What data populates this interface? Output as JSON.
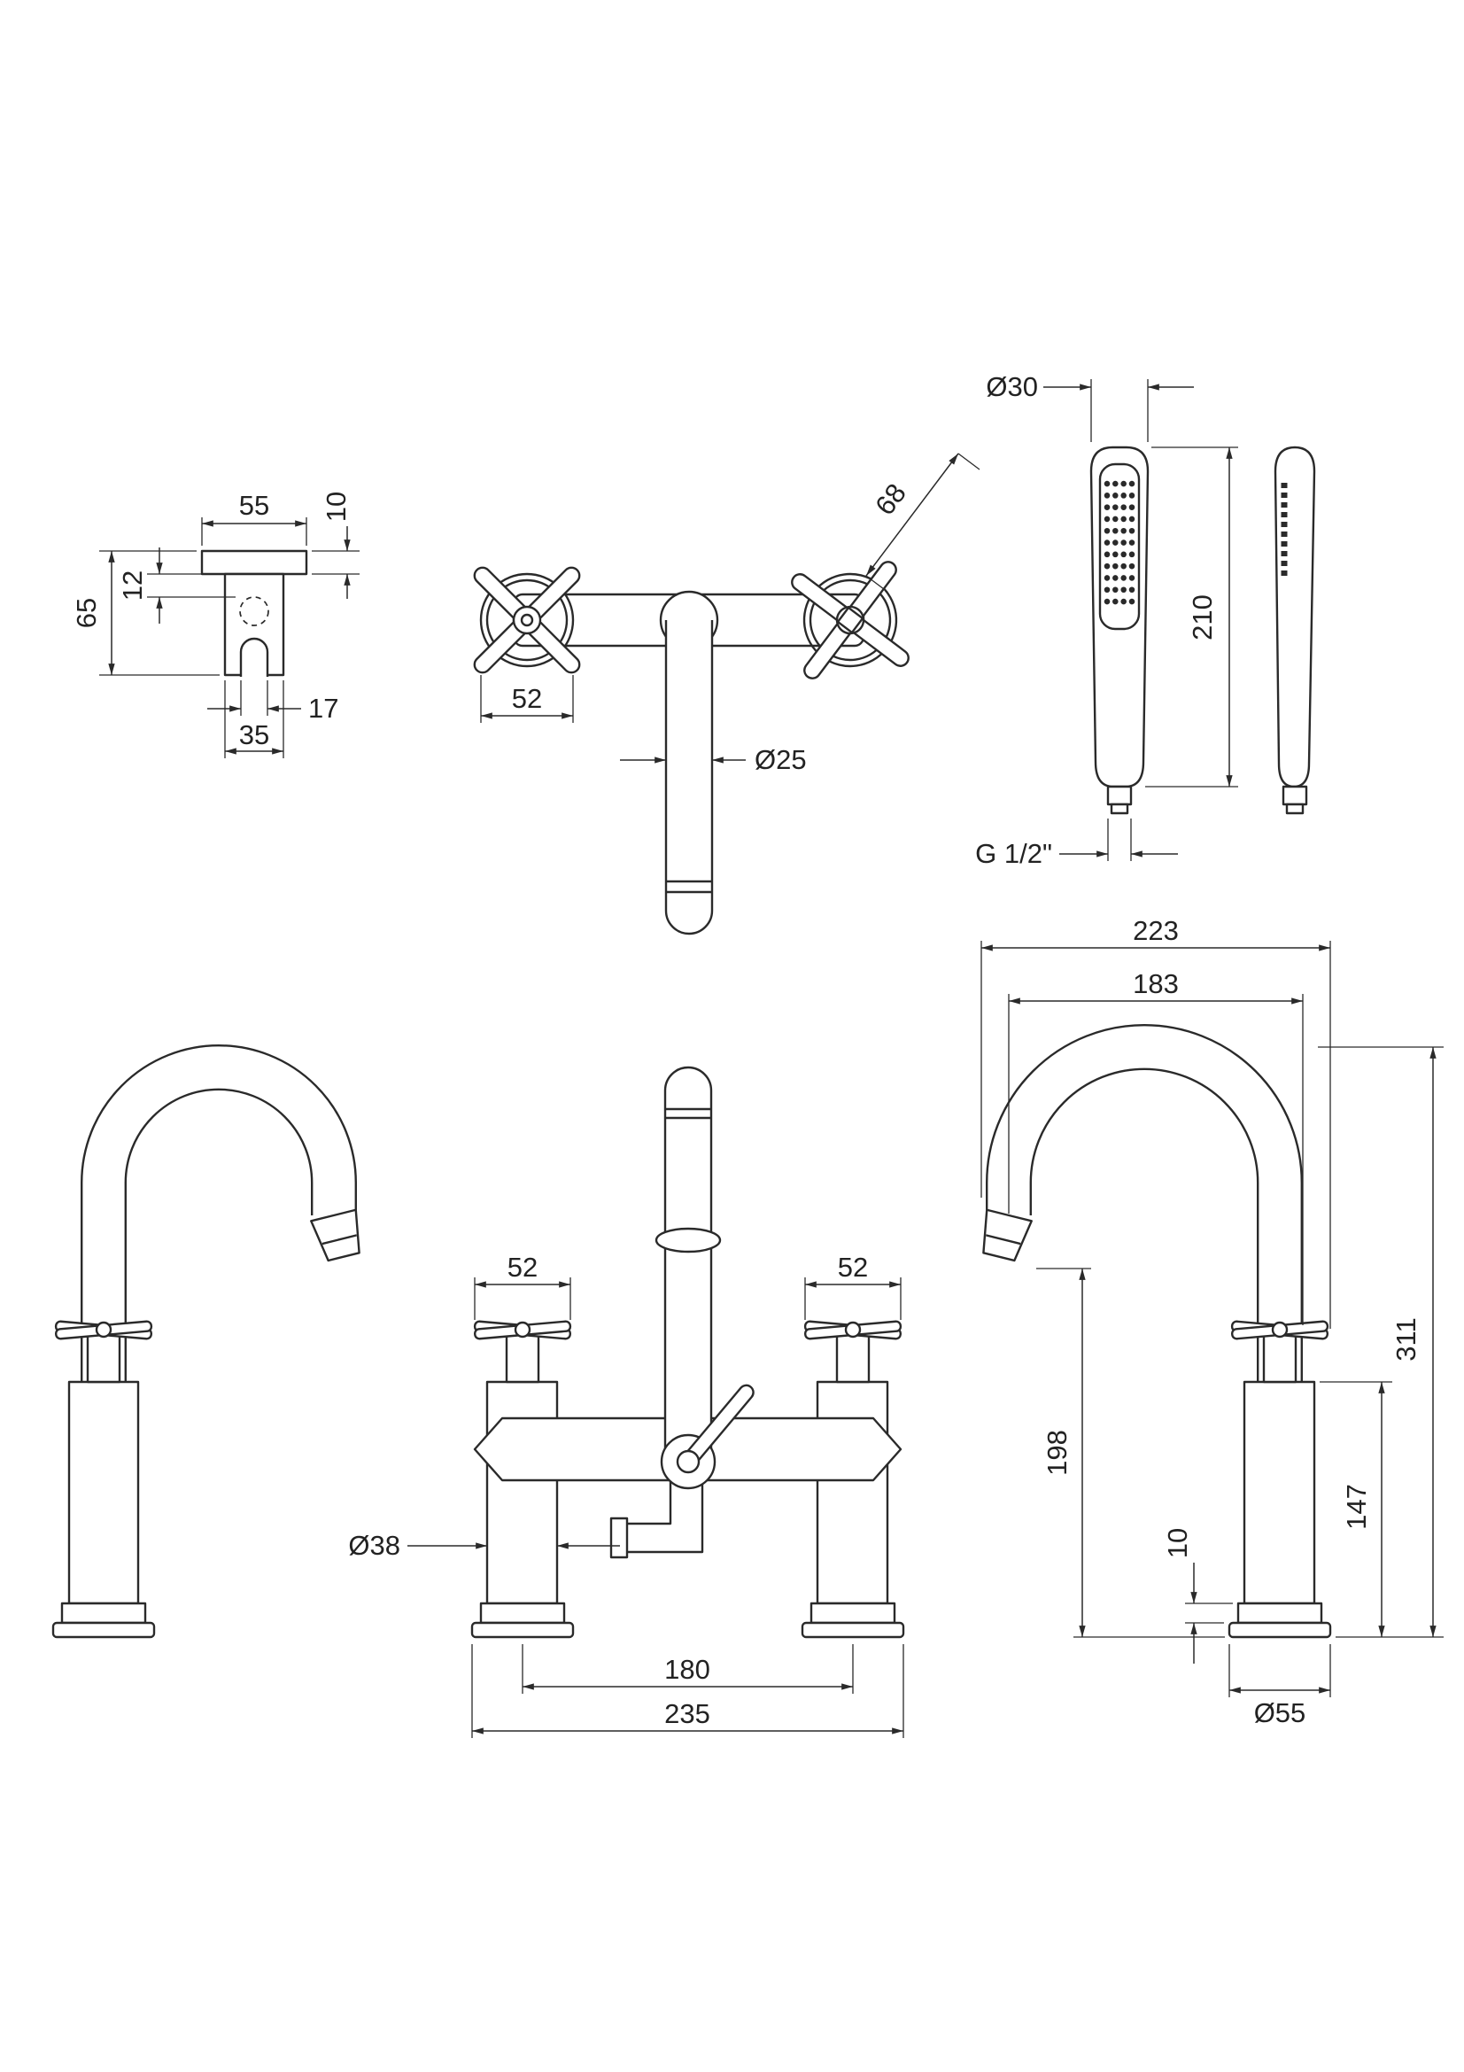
{
  "drawing": {
    "background": "#ffffff",
    "line_color": "#2a2a2a",
    "views": {
      "wall_bracket": {
        "width": "55",
        "plate_offset": "12",
        "height": "65",
        "plate_thickness": "10",
        "hook_inner_width": "17",
        "body_width": "35"
      },
      "plan": {
        "handle_diagonal": "68",
        "handle_width": "52",
        "spout_diameter": "Ø25"
      },
      "handset": {
        "head_diameter": "Ø30",
        "length": "210",
        "thread": "G 1/2\""
      },
      "front": {
        "left_handle_width": "52",
        "right_handle_width": "52",
        "body_diameter": "Ø38",
        "tap_centres": "180",
        "overall_width": "235"
      },
      "side": {
        "overall_projection": "223",
        "spout_reach": "183",
        "spout_outlet_height": "198",
        "overall_height": "311",
        "body_height": "147",
        "base_plate_height": "10",
        "base_diameter": "Ø55"
      }
    }
  }
}
